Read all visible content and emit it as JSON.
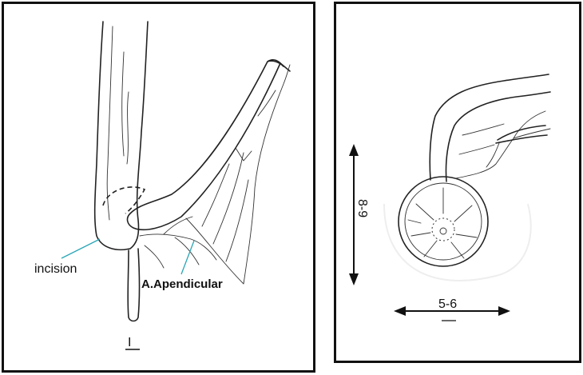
{
  "left_panel": {
    "label_incision": "incision",
    "label_artery": "A.Apendicular",
    "label_figure": "I"
  },
  "right_panel": {
    "label_vertical": "8-9",
    "label_horizontal": "5-6"
  },
  "colors": {
    "leader_line": "#2aa6b8",
    "ink": "#222222",
    "frame": "#111111"
  }
}
